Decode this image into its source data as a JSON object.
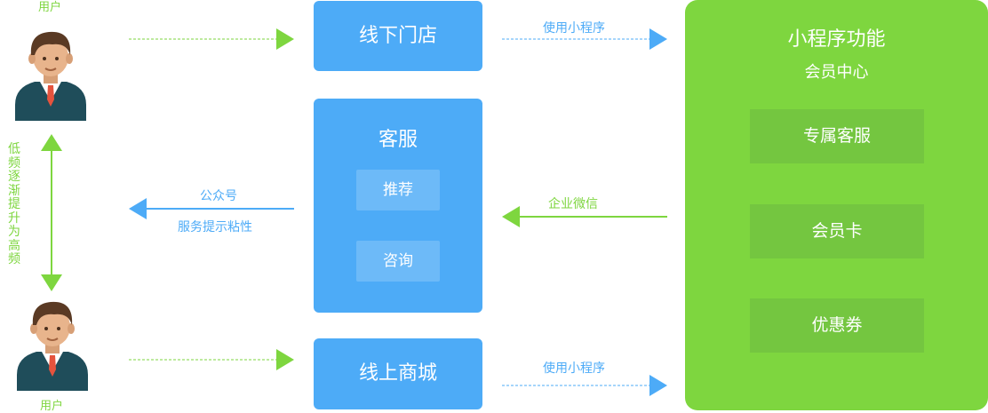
{
  "users": {
    "top_label": "用户",
    "bottom_label": "用户"
  },
  "vertical_label": "低频逐渐提升为高频",
  "offline_store": {
    "title": "线下门店"
  },
  "customer_service": {
    "title": "客服",
    "items": [
      "推荐",
      "咨询"
    ]
  },
  "online_mall": {
    "title": "线上商城"
  },
  "arrows": {
    "top_right_label": "使用小程序",
    "bottom_right_label": "使用小程序",
    "middle_left_label_1": "公众号",
    "middle_left_label_2": "服务提示粘性",
    "middle_right_label": "企业微信"
  },
  "mini_program": {
    "title": "小程序功能",
    "subtitle": "会员中心",
    "features": [
      "专属客服",
      "会员卡",
      "优惠券"
    ]
  },
  "colors": {
    "blue": "#4dabf7",
    "green": "#7ed63f",
    "avatar_suit": "#1f4d5a",
    "avatar_skin": "#e8b48c"
  }
}
